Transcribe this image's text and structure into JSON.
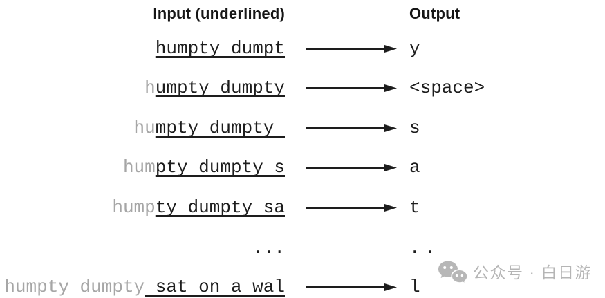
{
  "header": {
    "input_label": "Input (underlined)",
    "output_label": "Output"
  },
  "rows": [
    {
      "prefix": "",
      "underlined": "humpty dumpt",
      "output": "y"
    },
    {
      "prefix": "h",
      "underlined": "umpty dumpty",
      "output": "<space>"
    },
    {
      "prefix": "hu",
      "underlined": "mpty dumpty ",
      "output": "s"
    },
    {
      "prefix": "hum",
      "underlined": "pty dumpty s",
      "output": "a"
    },
    {
      "prefix": "hump",
      "underlined": "ty dumpty sa",
      "output": "t"
    },
    {
      "input_dots": "...",
      "output_dots": ".."
    },
    {
      "prefix": "humpty dumpty",
      "underlined": " sat on a wal",
      "output": "l"
    }
  ],
  "watermark": {
    "icon": "wechat-icon",
    "text": "公众号 · 白日游"
  },
  "colors": {
    "ink": "#1d1d1d",
    "muted_prefix": "#a6a6a6",
    "watermark_gray": "#b5b5b5",
    "background": "#ffffff"
  }
}
